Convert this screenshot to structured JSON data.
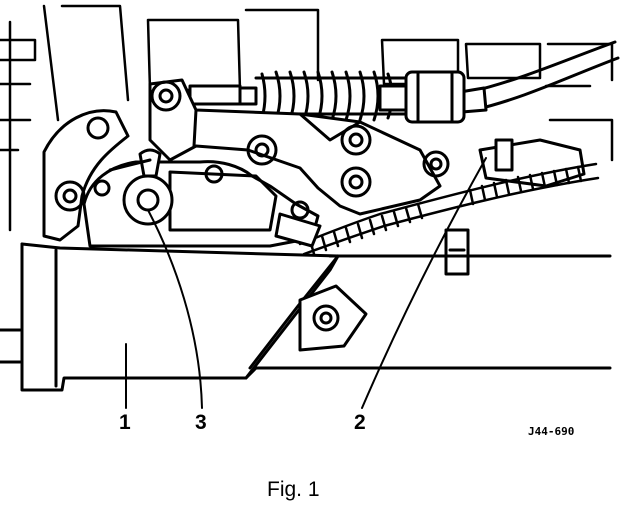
{
  "callouts": {
    "one": "1",
    "two": "2",
    "three": "3"
  },
  "reference_code": "J44-690",
  "caption": "Fig. 1",
  "colors": {
    "ink": "#000000",
    "paper": "#ffffff"
  }
}
